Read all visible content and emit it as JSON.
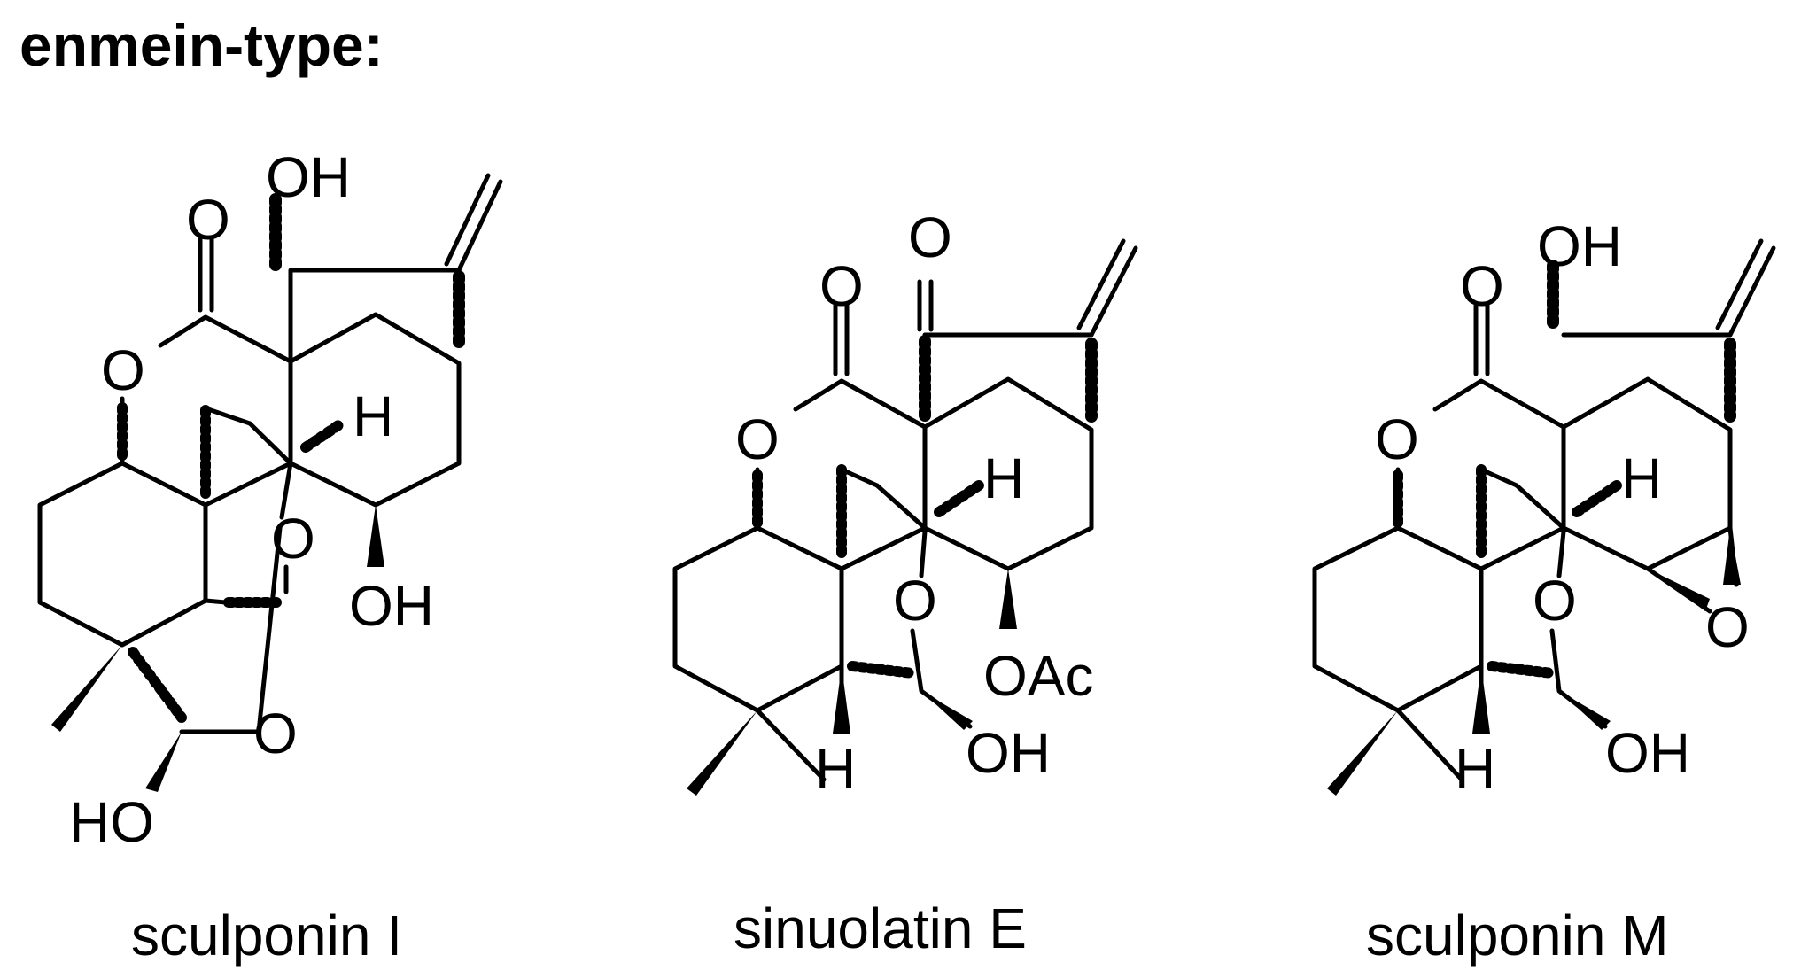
{
  "figure": {
    "heading": "enmein-type:",
    "compounds": [
      {
        "name": "sculponin I",
        "labels": {
          "carbonyl_o": "O",
          "oh_top": "OH",
          "lactone_o": "O",
          "h": "H",
          "ether_o1": "O",
          "oh_low": "OH",
          "ether_o2": "O",
          "ho": "HO"
        }
      },
      {
        "name": "sinuolatin E",
        "labels": {
          "ald_o": "O",
          "carbonyl_o": "O",
          "lactone_o": "O",
          "h": "H",
          "ether_o": "O",
          "oac": "OAc",
          "oh": "OH",
          "h_low": "H"
        }
      },
      {
        "name": "sculponin M",
        "labels": {
          "oh_top": "OH",
          "carbonyl_o": "O",
          "lactone_o": "O",
          "h": "H",
          "ether_o": "O",
          "epox_o": "O",
          "oh": "OH",
          "h_low": "H"
        }
      }
    ]
  }
}
